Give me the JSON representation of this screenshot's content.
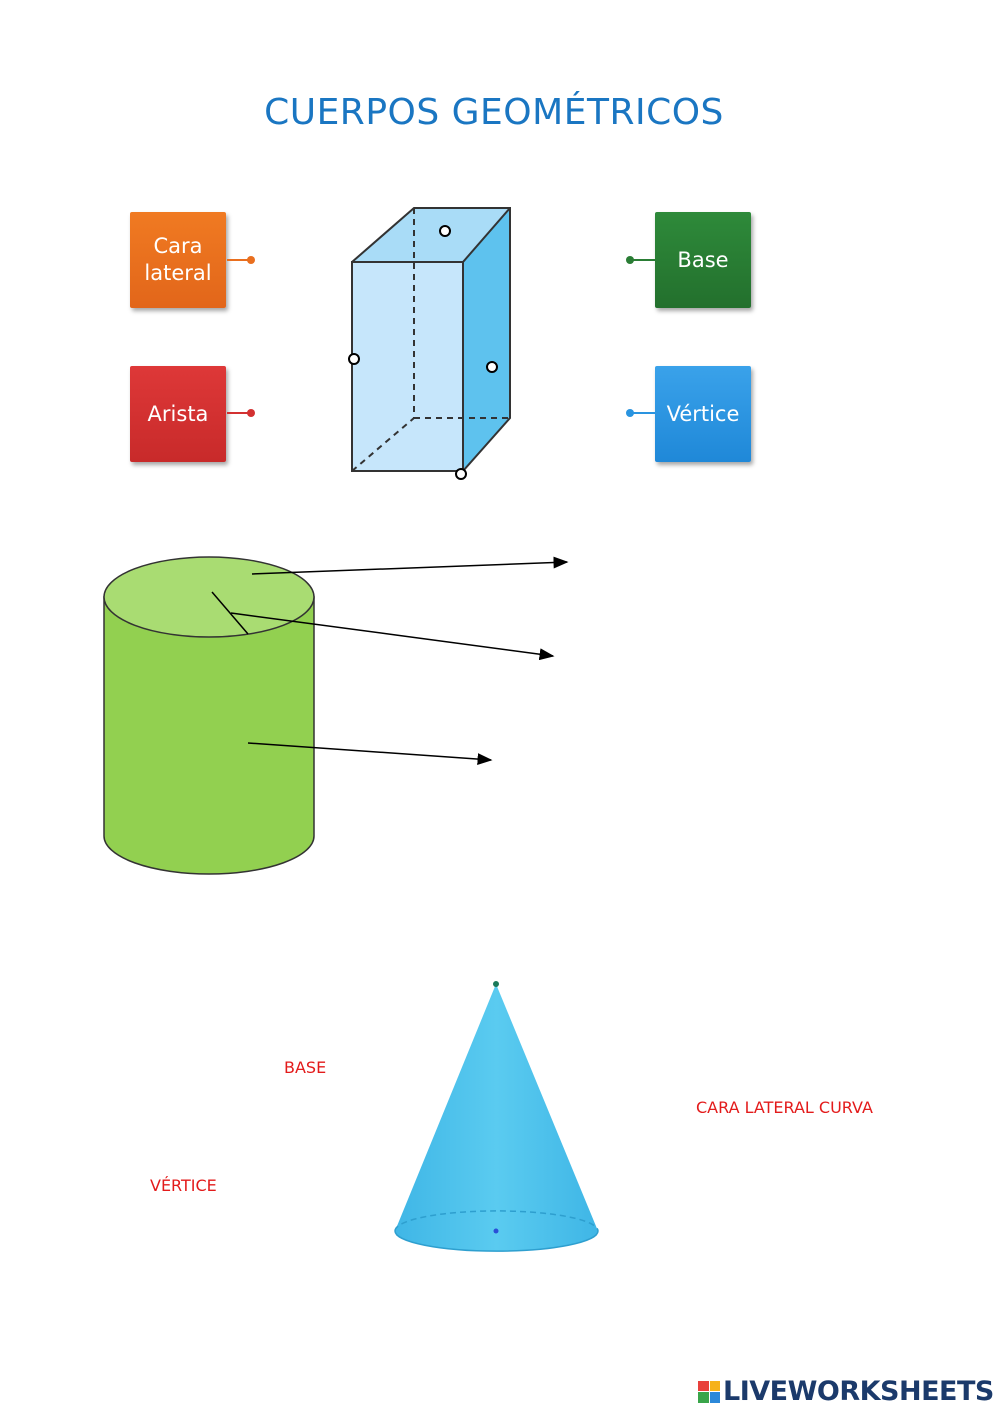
{
  "title": "CUERPOS GEOMÉTRICOS",
  "prism_labels": {
    "cara_lateral": "Cara lateral",
    "arista": "Arista",
    "base": "Base",
    "vertice": "Vértice"
  },
  "cone_labels": {
    "base": "BASE",
    "cara_lateral_curva": "CARA LATERAL CURVA",
    "vertice": "VÉRTICE"
  },
  "colors": {
    "title": "#1a76c2",
    "cara_lateral_box": "#e96f1f",
    "arista_box": "#d33131",
    "base_box": "#2a7d35",
    "vertice_box": "#2a94e0",
    "cone_label": "#e31b1b",
    "cylinder": "#92d050",
    "cone": "#4dc3ec",
    "prism": "#bfe3fa"
  },
  "footer": {
    "brand": "LIVEWORKSHEETS"
  }
}
